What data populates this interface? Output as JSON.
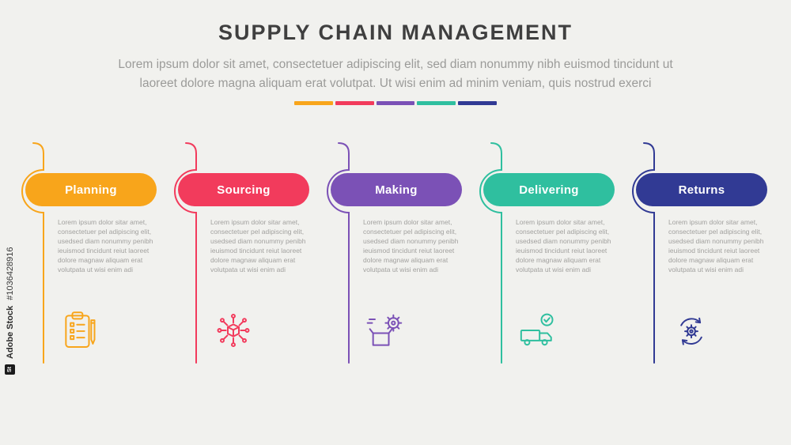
{
  "watermark": {
    "brand": "Adobe Stock",
    "id": "#1036428916",
    "logo_icon": "adobe-stock-logo-icon"
  },
  "header": {
    "title": "SUPPLY CHAIN MANAGEMENT",
    "subtitle_line1": "Lorem ipsum dolor sit amet, consectetuer adipiscing elit, sed diam nonummy nibh euismod tincidunt ut",
    "subtitle_line2": "laoreet dolore magna aliquam erat volutpat. Ut wisi enim ad minim veniam, quis nostrud exerci",
    "divider_colors": [
      "#F8A51B",
      "#F23B5C",
      "#7B51B6",
      "#2FBF9F",
      "#313A94"
    ]
  },
  "steps": [
    {
      "label": "Planning",
      "color": "#F8A51B",
      "icon": "clipboard-checklist-icon",
      "body": "Lorem ipsum dolor sitar amet, consectetuer pel adipiscing elit, usedsed diam nonummy penibh ieuismod tincidunt reiut laoreet dolore magnaw aliquam erat volutpata ut wisi enim adi"
    },
    {
      "label": "Sourcing",
      "color": "#F23B5C",
      "icon": "distribution-network-icon",
      "body": "Lorem ipsum dolor sitar amet, consectetuer pel adipiscing elit, usedsed diam nonummy penibh ieuismod tincidunt reiut laoreet dolore magnaw aliquam erat volutpata ut wisi enim adi"
    },
    {
      "label": "Making",
      "color": "#7B51B6",
      "icon": "production-gear-box-icon",
      "body": "Lorem ipsum dolor sitar amet, consectetuer pel adipiscing elit, usedsed diam nonummy penibh ieuismod tincidunt reiut laoreet dolore magnaw aliquam erat volutpata ut wisi enim adi"
    },
    {
      "label": "Delivering",
      "color": "#2FBF9F",
      "icon": "delivery-truck-check-icon",
      "body": "Lorem ipsum dolor sitar amet, consectetuer pel adipiscing elit, usedsed diam nonummy penibh ieuismod tincidunt reiut laoreet dolore magnaw aliquam erat volutpata ut wisi enim adi"
    },
    {
      "label": "Returns",
      "color": "#313A94",
      "icon": "circular-gear-arrows-icon",
      "body": "Lorem ipsum dolor sitar amet, consectetuer pel adipiscing elit, usedsed diam nonummy penibh ieuismod tincidunt reiut laoreet dolore magnaw aliquam erat volutpata ut wisi enim adi"
    }
  ]
}
